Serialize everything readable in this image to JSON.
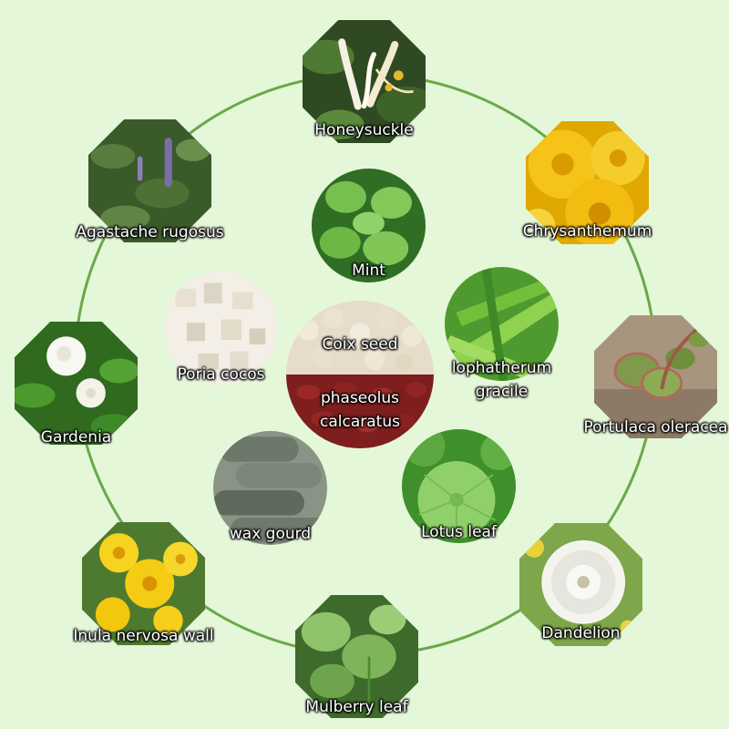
{
  "colors": {
    "background": "#e4f7d8",
    "ring": "#6aa84a",
    "label_text": "#ffffff"
  },
  "outer_ring": [
    {
      "id": "honeysuckle",
      "label": "Honeysuckle",
      "icon": "honeysuckle-icon"
    },
    {
      "id": "chrysanthemum",
      "label": "Chrysanthemum",
      "icon": "chrysanthemum-icon"
    },
    {
      "id": "portulaca",
      "label": "Portulaca oleracea",
      "icon": "portulaca-icon"
    },
    {
      "id": "dandelion",
      "label": "Dandelion",
      "icon": "dandelion-icon"
    },
    {
      "id": "mulberry",
      "label": "Mulberry leaf",
      "icon": "mulberry-leaf-icon"
    },
    {
      "id": "inula",
      "label": "Inula nervosa wall",
      "icon": "inula-icon"
    },
    {
      "id": "gardenia",
      "label": "Gardenia",
      "icon": "gardenia-icon"
    },
    {
      "id": "agastache",
      "label": "Agastache rugosus",
      "icon": "agastache-icon"
    }
  ],
  "inner_ring": [
    {
      "id": "mint",
      "label": "Mint",
      "icon": "mint-icon"
    },
    {
      "id": "lophatherum",
      "label": "lophatherum\ngracile",
      "icon": "lophatherum-icon"
    },
    {
      "id": "lotus",
      "label": "Lotus leaf",
      "icon": "lotus-leaf-icon"
    },
    {
      "id": "waxgourd",
      "label": "wax gourd",
      "icon": "wax-gourd-icon"
    },
    {
      "id": "poria",
      "label": "Poria cocos",
      "icon": "poria-icon"
    }
  ],
  "center": {
    "top_label": "Coix seed",
    "bottom_label": "phaseolus\ncalcaratus",
    "top_icon": "coix-seed-icon",
    "bottom_icon": "red-bean-icon"
  }
}
